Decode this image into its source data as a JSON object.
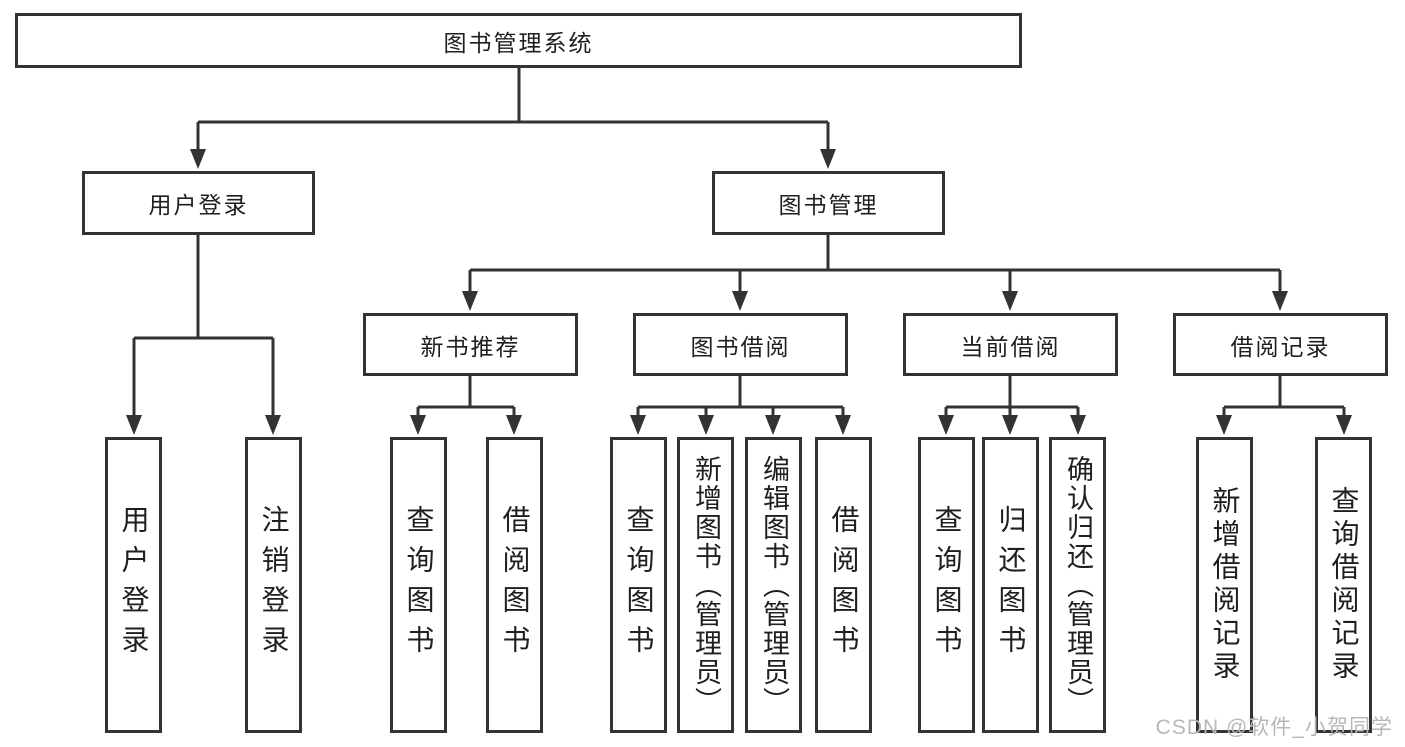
{
  "diagram": {
    "title": "图书管理系统",
    "branches": [
      {
        "label": "用户登录",
        "children": [
          "用户登录",
          "注销登录"
        ]
      },
      {
        "label": "图书管理",
        "groups": [
          {
            "label": "新书推荐",
            "children": [
              "查询图书",
              "借阅图书"
            ]
          },
          {
            "label": "图书借阅",
            "children": [
              "查询图书",
              "新增图书（管理员）",
              "编辑图书（管理员）",
              "借阅图书"
            ]
          },
          {
            "label": "当前借阅",
            "children": [
              "查询图书",
              "归还图书",
              "确认归还（管理员）"
            ]
          },
          {
            "label": "借阅记录",
            "children": [
              "新增借阅记录",
              "查询借阅记录"
            ]
          }
        ]
      }
    ]
  },
  "watermark": "CSDN @软件_小贺同学",
  "colors": {
    "line": "#333333",
    "box_border": "#333333",
    "text": "#1f1f1f",
    "watermark_text": "#b8b8b8",
    "background": "#ffffff"
  }
}
